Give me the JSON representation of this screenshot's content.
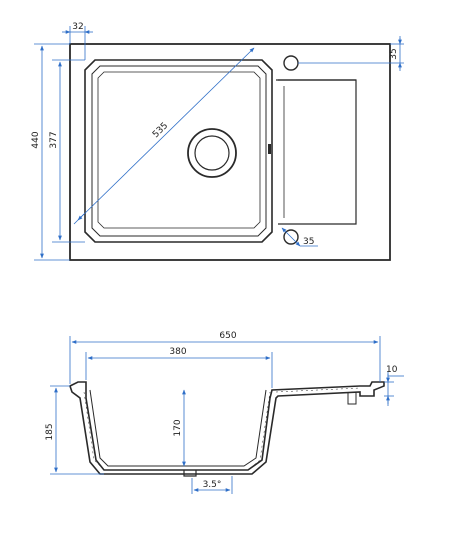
{
  "colors": {
    "outline": "#2a2a2a",
    "dimension": "#2f6fc8",
    "background": "#ffffff"
  },
  "top_view": {
    "dim_bowl_inset": "32",
    "dim_tap_offset": "35",
    "dim_outer_height": "440",
    "dim_bowl_height": "377",
    "dim_diagonal": "535",
    "dim_overflow_diameter": "35"
  },
  "side_view": {
    "dim_total_width": "650",
    "dim_bowl_width": "380",
    "dim_rim_thickness": "10",
    "dim_total_depth": "185",
    "dim_bowl_depth": "170",
    "dim_bottom_slope": "3.5°"
  }
}
